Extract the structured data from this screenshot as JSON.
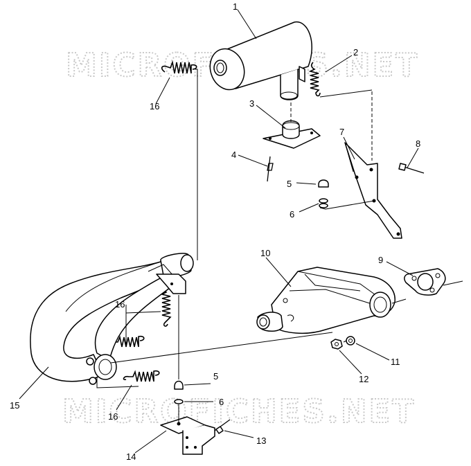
{
  "watermark": {
    "top": "MICROFICHES.NET",
    "bottom": "MICROFICHES.NET"
  },
  "callouts": [
    {
      "id": "c1",
      "label": "1"
    },
    {
      "id": "c2",
      "label": "2"
    },
    {
      "id": "c3",
      "label": "3"
    },
    {
      "id": "c4",
      "label": "4"
    },
    {
      "id": "c5a",
      "label": "5"
    },
    {
      "id": "c6a",
      "label": "6"
    },
    {
      "id": "c7",
      "label": "7"
    },
    {
      "id": "c8",
      "label": "8"
    },
    {
      "id": "c9",
      "label": "9"
    },
    {
      "id": "c10",
      "label": "10"
    },
    {
      "id": "c11",
      "label": "11"
    },
    {
      "id": "c12",
      "label": "12"
    },
    {
      "id": "c13",
      "label": "13"
    },
    {
      "id": "c14",
      "label": "14"
    },
    {
      "id": "c15",
      "label": "15"
    },
    {
      "id": "c16a",
      "label": "16"
    },
    {
      "id": "c16b",
      "label": "16"
    },
    {
      "id": "c16c",
      "label": "16"
    },
    {
      "id": "c5b",
      "label": "5"
    },
    {
      "id": "c6b",
      "label": "6"
    }
  ]
}
